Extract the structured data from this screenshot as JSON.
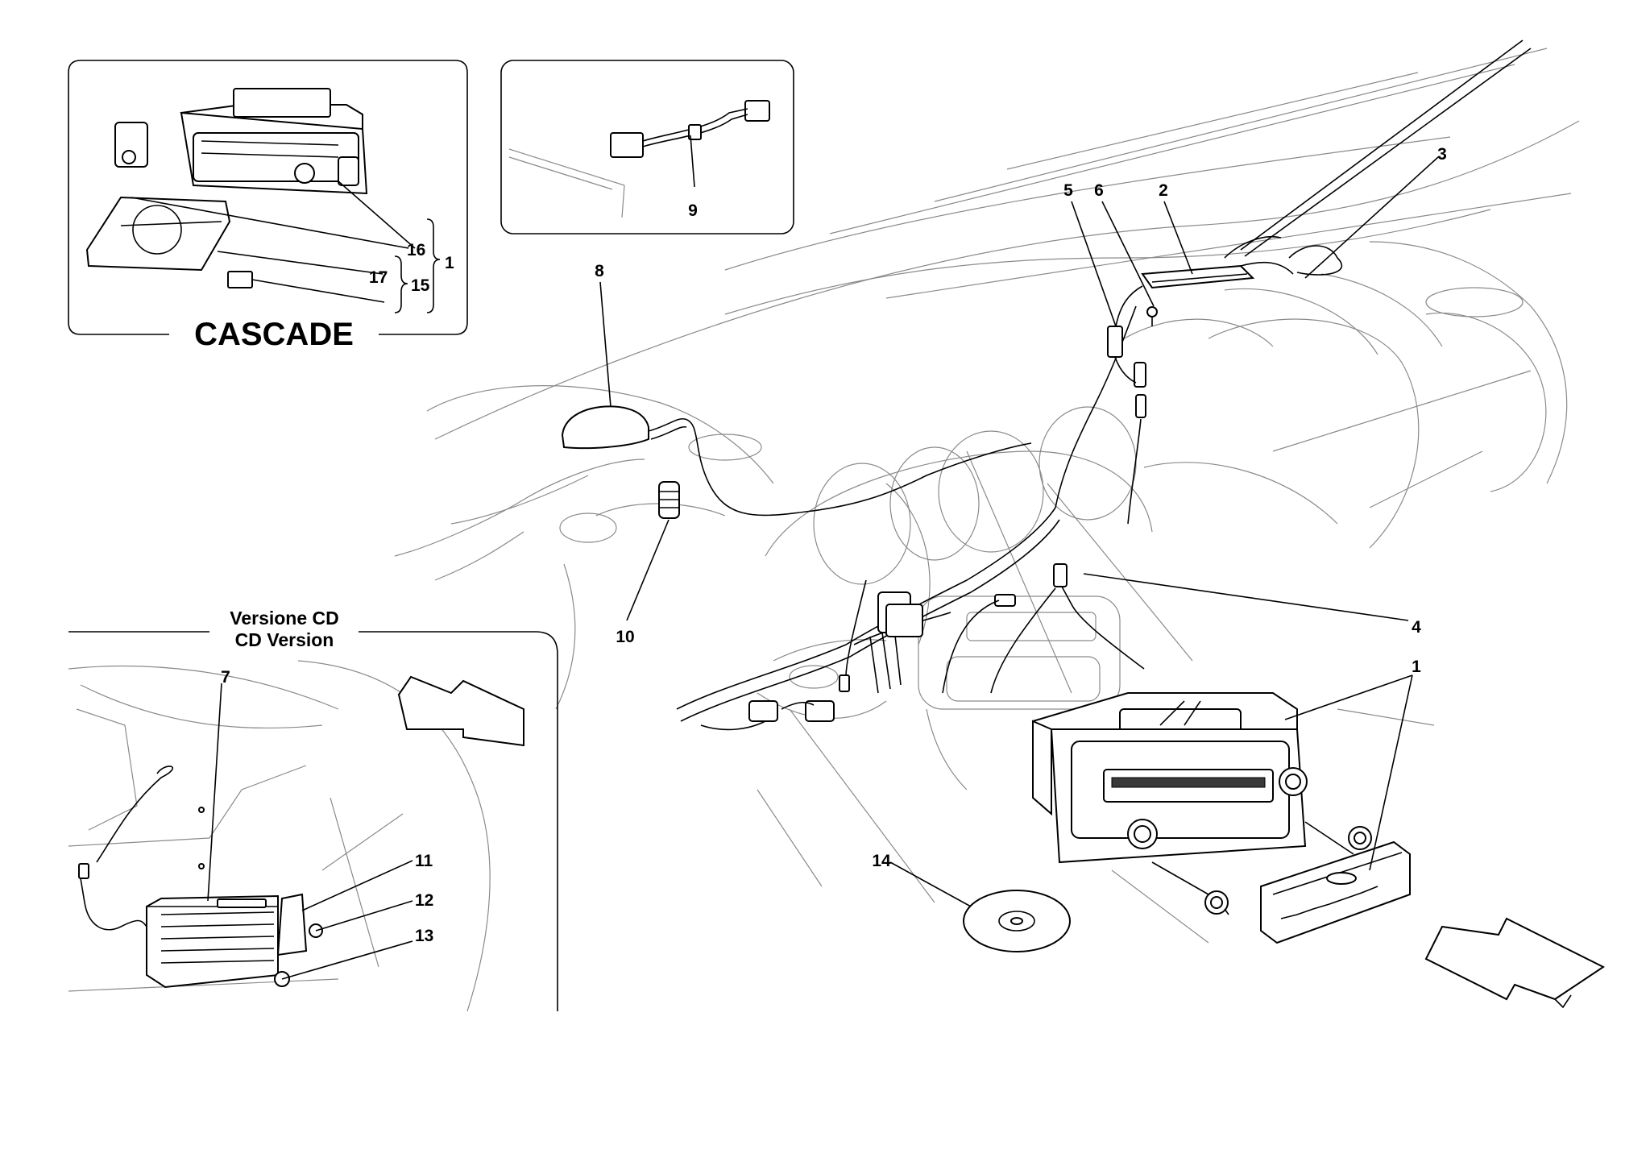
{
  "labels": {
    "p1": "1",
    "p1_inset": "1",
    "p2": "2",
    "p3": "3",
    "p4": "4",
    "p5": "5",
    "p6": "6",
    "p7": "7",
    "p8": "8",
    "p9": "9",
    "p10": "10",
    "p11": "11",
    "p12": "12",
    "p13": "13",
    "p14": "14",
    "p15": "15",
    "p16": "16",
    "p17": "17"
  },
  "insets": {
    "cascade_title": "CASCADE",
    "cd_title_it": "Versione CD",
    "cd_title_en": "CD Version"
  }
}
